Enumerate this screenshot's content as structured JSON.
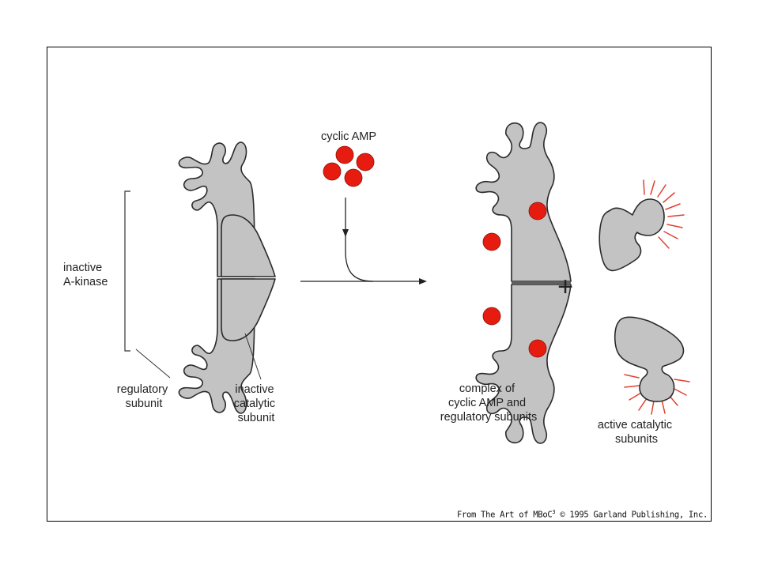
{
  "labels": {
    "cyclic_amp": "cyclic AMP",
    "inactive_a_kinase": [
      "inactive",
      "A-kinase"
    ],
    "regulatory_subunit": [
      "regulatory",
      "subunit"
    ],
    "inactive_catalytic_subunit": [
      "inactive",
      "catalytic",
      "subunit"
    ],
    "complex": [
      "complex of",
      "cyclic AMP and",
      "regulatory subunits"
    ],
    "active_catalytic": [
      "active catalytic",
      "subunits"
    ],
    "plus": "+"
  },
  "credit": {
    "prefix": "From The Art of MBoC",
    "superscript": "3",
    "suffix": " © 1995 Garland Publishing, Inc."
  },
  "colors": {
    "protein": "#c3c3c3",
    "cyclic_amp": "#e51c0f",
    "activity_rays": "#e24030"
  }
}
